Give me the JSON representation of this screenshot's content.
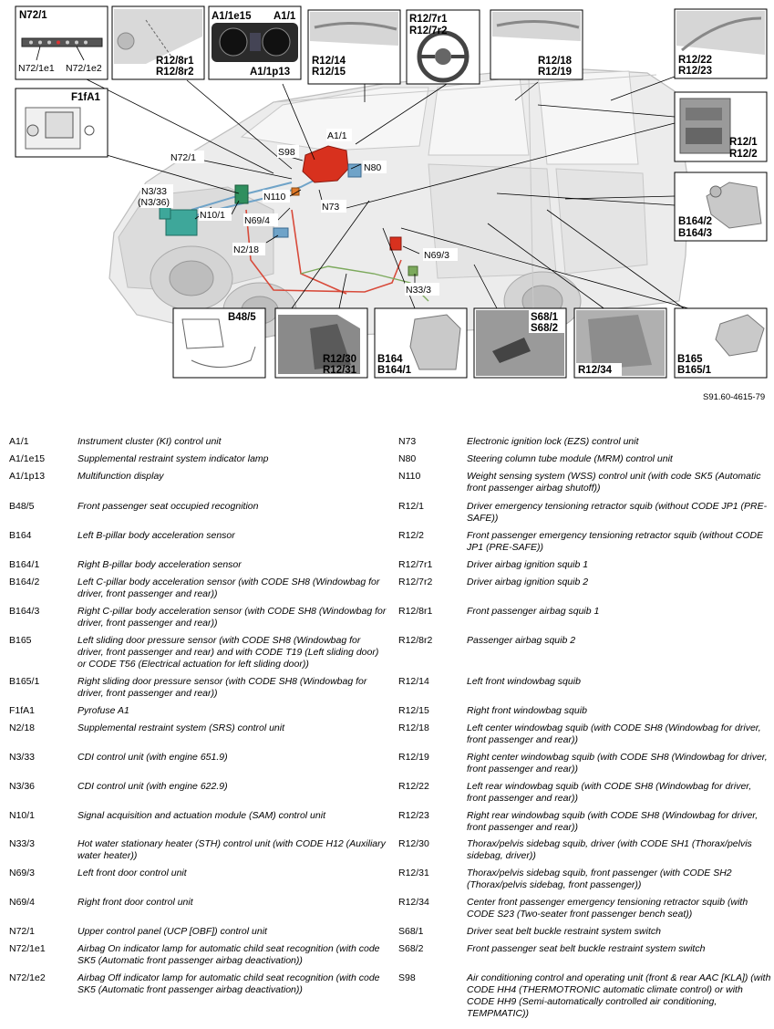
{
  "callouts": {
    "n72_1_box": "N72/1",
    "n72_1e1": "N72/1e1",
    "n72_1e2": "N72/1e2",
    "r12_8r1": "R12/8r1",
    "r12_8r2": "R12/8r2",
    "a1_1e15": "A1/1e15",
    "a1_1_top": "A1/1",
    "a1_1p13": "A1/1p13",
    "r12_14": "R12/14",
    "r12_15": "R12/15",
    "r12_7r1": "R12/7r1",
    "r12_7r2": "R12/7r2",
    "r12_18": "R12/18",
    "r12_19": "R12/19",
    "r12_22": "R12/22",
    "r12_23": "R12/23",
    "r12_1": "R12/1",
    "r12_2": "R12/2",
    "f1fa1": "F1fA1",
    "s98": "S98",
    "a1_1": "A1/1",
    "n72_1": "N72/1",
    "n80": "N80",
    "n3_33": "N3/33",
    "n3_36": "(N3/36)",
    "n110": "N110",
    "n73": "N73",
    "n10_1": "N10/1",
    "n69_4": "N69/4",
    "n2_18": "N2/18",
    "n69_3": "N69/3",
    "n33_3": "N33/3",
    "b164_2": "B164/2",
    "b164_3": "B164/3",
    "b48_5": "B48/5",
    "r12_30": "R12/30",
    "r12_31": "R12/31",
    "b164": "B164",
    "b164_1": "B164/1",
    "s68_1": "S68/1",
    "s68_2": "S68/2",
    "r12_34": "R12/34",
    "b165": "B165",
    "b165_1": "B165/1"
  },
  "figure_ref": "S91.60-4615-79",
  "legend_left": [
    {
      "code": "A1/1",
      "desc": "Instrument cluster (KI) control unit"
    },
    {
      "code": "A1/1e15",
      "desc": "Supplemental restraint system indicator lamp"
    },
    {
      "code": "A1/1p13",
      "desc": "Multifunction display"
    },
    {
      "code": "B48/5",
      "desc": "Front passenger seat occupied recognition"
    },
    {
      "code": "B164",
      "desc": "Left B-pillar body acceleration sensor"
    },
    {
      "code": "B164/1",
      "desc": "Right B-pillar body acceleration sensor"
    },
    {
      "code": "B164/2",
      "desc": "Left C-pillar body acceleration sensor (with CODE SH8 (Windowbag for driver, front passenger and rear))"
    },
    {
      "code": "B164/3",
      "desc": "Right C-pillar body acceleration sensor (with CODE SH8 (Windowbag for driver, front passenger and rear))"
    },
    {
      "code": "B165",
      "desc": "Left sliding door pressure sensor (with CODE SH8 (Windowbag for driver, front passenger and rear) and with CODE T19 (Left sliding door) or CODE T56 (Electrical actuation for left sliding door))"
    },
    {
      "code": "B165/1",
      "desc": "Right sliding door pressure sensor (with CODE SH8 (Windowbag for driver, front passenger and rear))"
    },
    {
      "code": "F1fA1",
      "desc": "Pyrofuse A1"
    },
    {
      "code": "N2/18",
      "desc": "Supplemental restraint system (SRS) control unit"
    },
    {
      "code": "N3/33",
      "desc": "CDI control unit (with engine 651.9)"
    },
    {
      "code": "N3/36",
      "desc": "CDI control unit (with engine 622.9)"
    },
    {
      "code": "N10/1",
      "desc": "Signal acquisition and actuation module (SAM) control unit"
    },
    {
      "code": "N33/3",
      "desc": "Hot water stationary heater (STH) control unit (with CODE H12 (Auxiliary water heater))"
    },
    {
      "code": "N69/3",
      "desc": "Left front door control unit"
    },
    {
      "code": "N69/4",
      "desc": "Right front door control unit"
    },
    {
      "code": "N72/1",
      "desc": "Upper control panel (UCP [OBF]) control unit"
    },
    {
      "code": "N72/1e1",
      "desc": "Airbag On indicator lamp for automatic child seat recognition (with code SK5 (Automatic front passenger airbag deactivation))"
    },
    {
      "code": "N72/1e2",
      "desc": "Airbag Off indicator lamp for automatic child seat recognition (with code SK5 (Automatic front passenger airbag deactivation))"
    }
  ],
  "legend_right": [
    {
      "code": "N73",
      "desc": "Electronic ignition lock (EZS) control unit"
    },
    {
      "code": "N80",
      "desc": "Steering column tube module (MRM) control unit"
    },
    {
      "code": "N110",
      "desc": "Weight sensing system (WSS) control unit (with code SK5 (Automatic front passenger airbag shutoff))"
    },
    {
      "code": "R12/1",
      "desc": "Driver emergency tensioning retractor squib (without CODE JP1 (PRE-SAFE))"
    },
    {
      "code": "R12/2",
      "desc": "Front passenger emergency tensioning retractor squib (without CODE JP1 (PRE-SAFE))"
    },
    {
      "code": "R12/7r1",
      "desc": "Driver airbag ignition squib 1"
    },
    {
      "code": "R12/7r2",
      "desc": "Driver airbag ignition squib 2"
    },
    {
      "code": "R12/8r1",
      "desc": "Front passenger airbag squib 1"
    },
    {
      "code": "R12/8r2",
      "desc": "Passenger airbag squib 2"
    },
    {
      "code": "R12/14",
      "desc": "Left front windowbag squib"
    },
    {
      "code": "R12/15",
      "desc": "Right front windowbag squib"
    },
    {
      "code": "R12/18",
      "desc": "Left center windowbag squib (with CODE SH8 (Windowbag for driver, front passenger and rear))"
    },
    {
      "code": "R12/19",
      "desc": "Right center windowbag squib (with CODE SH8 (Windowbag for driver, front passenger and rear))"
    },
    {
      "code": "R12/22",
      "desc": "Left rear windowbag squib (with CODE SH8 (Windowbag for driver, front passenger and rear))"
    },
    {
      "code": "R12/23",
      "desc": "Right rear windowbag squib (with CODE SH8 (Windowbag for driver, front passenger and rear))"
    },
    {
      "code": "R12/30",
      "desc": "Thorax/pelvis sidebag squib, driver (with CODE SH1 (Thorax/pelvis sidebag, driver))"
    },
    {
      "code": "R12/31",
      "desc": "Thorax/pelvis sidebag squib, front passenger (with CODE SH2 (Thorax/pelvis sidebag, front passenger))"
    },
    {
      "code": "R12/34",
      "desc": "Center front passenger emergency tensioning retractor squib (with CODE S23 (Two-seater front passenger bench seat))"
    },
    {
      "code": "S68/1",
      "desc": "Driver seat belt buckle restraint system switch"
    },
    {
      "code": "S68/2",
      "desc": "Front passenger seat belt buckle restraint system switch"
    },
    {
      "code": "S98",
      "desc": "Air conditioning control and operating unit (front & rear AAC [KLA]) (with CODE HH4 (THERMOTRONIC automatic climate control) or with CODE HH9 (Semi-automatically controlled air conditioning, TEMPMATIC))"
    }
  ]
}
